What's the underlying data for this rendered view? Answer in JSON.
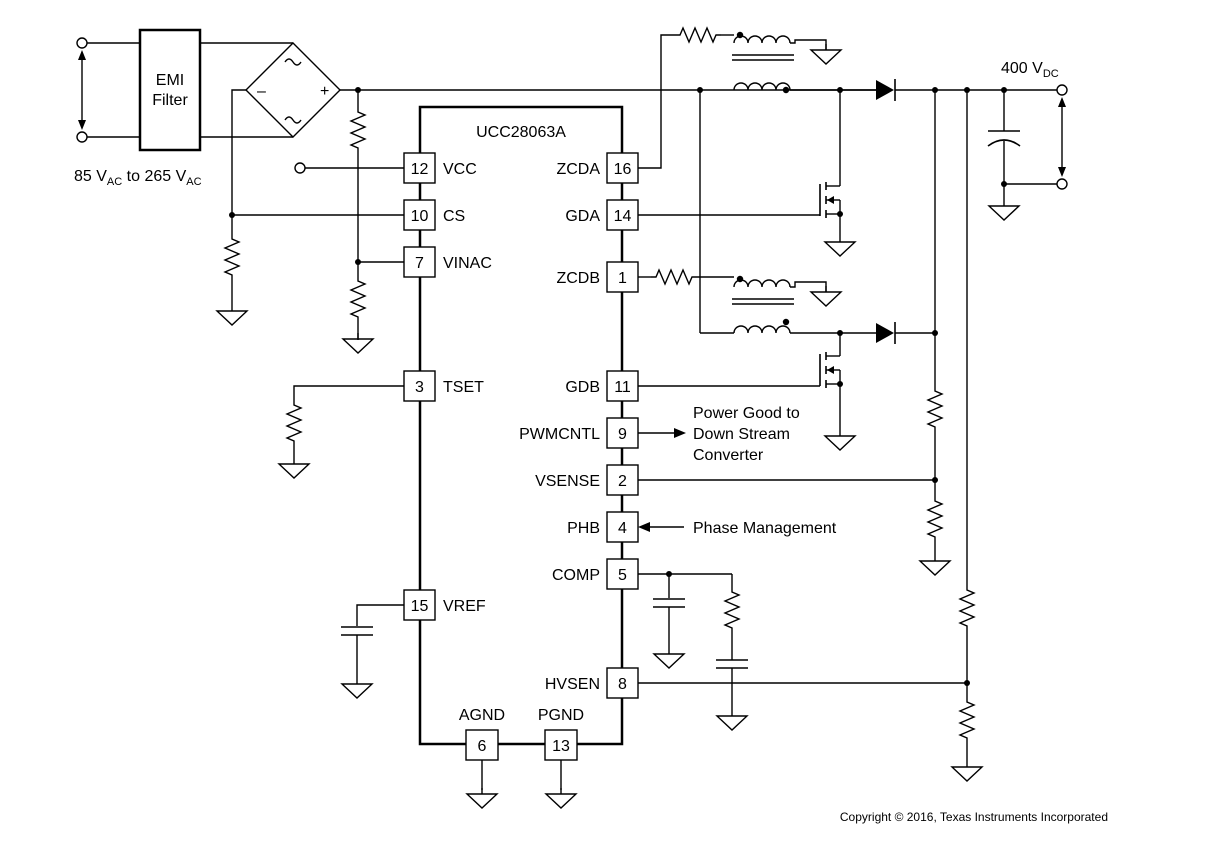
{
  "chip": {
    "name": "UCC28063A"
  },
  "input": {
    "voltage_main": "85 V",
    "voltage_sub1": "AC",
    "voltage_to": " to 265 V",
    "voltage_sub2": "AC"
  },
  "output": {
    "voltage_main": "400 V",
    "voltage_sub": "DC"
  },
  "emi_filter": {
    "line1": "EMI",
    "line2": "Filter"
  },
  "bridge": {
    "minus": "–",
    "plus": "+"
  },
  "left_pins": [
    {
      "number": "12",
      "label": "VCC"
    },
    {
      "number": "10",
      "label": "CS"
    },
    {
      "number": "7",
      "label": "VINAC"
    },
    {
      "number": "3",
      "label": "TSET"
    },
    {
      "number": "15",
      "label": "VREF"
    }
  ],
  "right_pins": [
    {
      "number": "16",
      "label": "ZCDA"
    },
    {
      "number": "14",
      "label": "GDA"
    },
    {
      "number": "1",
      "label": "ZCDB"
    },
    {
      "number": "11",
      "label": "GDB"
    },
    {
      "number": "9",
      "label": "PWMCNTL"
    },
    {
      "number": "2",
      "label": "VSENSE"
    },
    {
      "number": "4",
      "label": "PHB"
    },
    {
      "number": "5",
      "label": "COMP"
    },
    {
      "number": "8",
      "label": "HVSEN"
    }
  ],
  "bottom_pins": [
    {
      "number": "6",
      "label": "AGND"
    },
    {
      "number": "13",
      "label": "PGND"
    }
  ],
  "annotations": {
    "power_good": [
      "Power Good to",
      "Down Stream",
      "Converter"
    ],
    "phase_management": "Phase Management"
  },
  "copyright": "Copyright © 2016, Texas Instruments Incorporated"
}
